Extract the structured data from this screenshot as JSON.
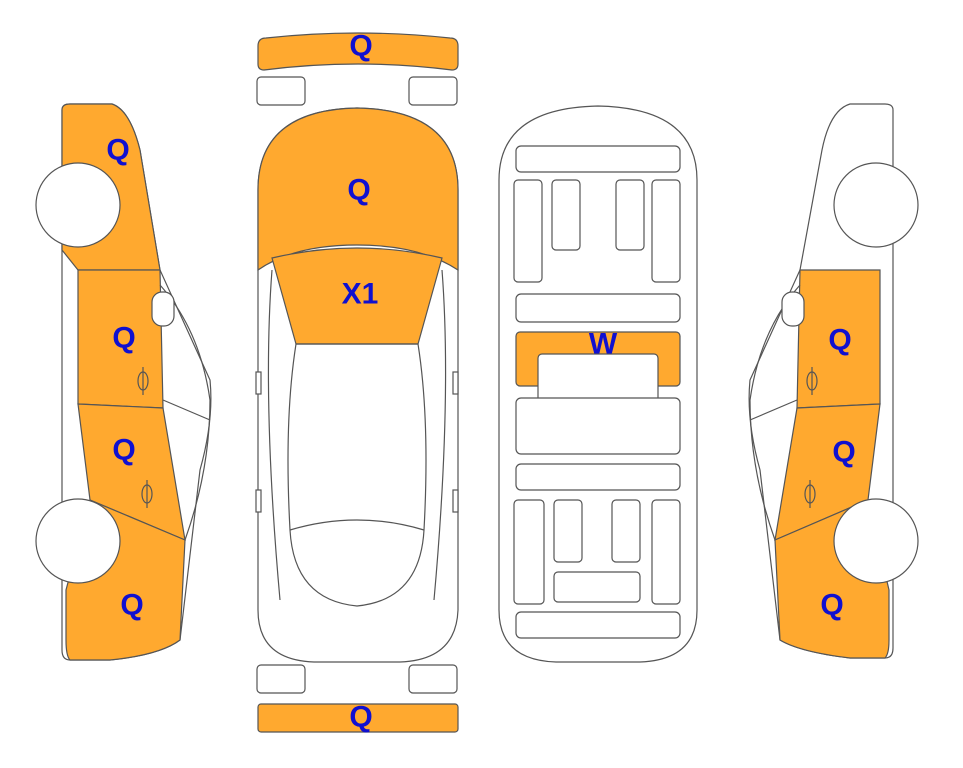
{
  "colors": {
    "marked": "#ffa92f",
    "code": "#1010d0",
    "outline": "#555555"
  },
  "codes": {
    "front_bumper": "Q",
    "hood": "Q",
    "windshield": "X1",
    "left_front_fender": "Q",
    "left_front_door": "Q",
    "left_rear_door": "Q",
    "left_rear_quarter": "Q",
    "roof": "W",
    "right_front_door": "Q",
    "right_rear_door": "Q",
    "right_rear_quarter": "Q",
    "rear_bumper": "Q"
  }
}
